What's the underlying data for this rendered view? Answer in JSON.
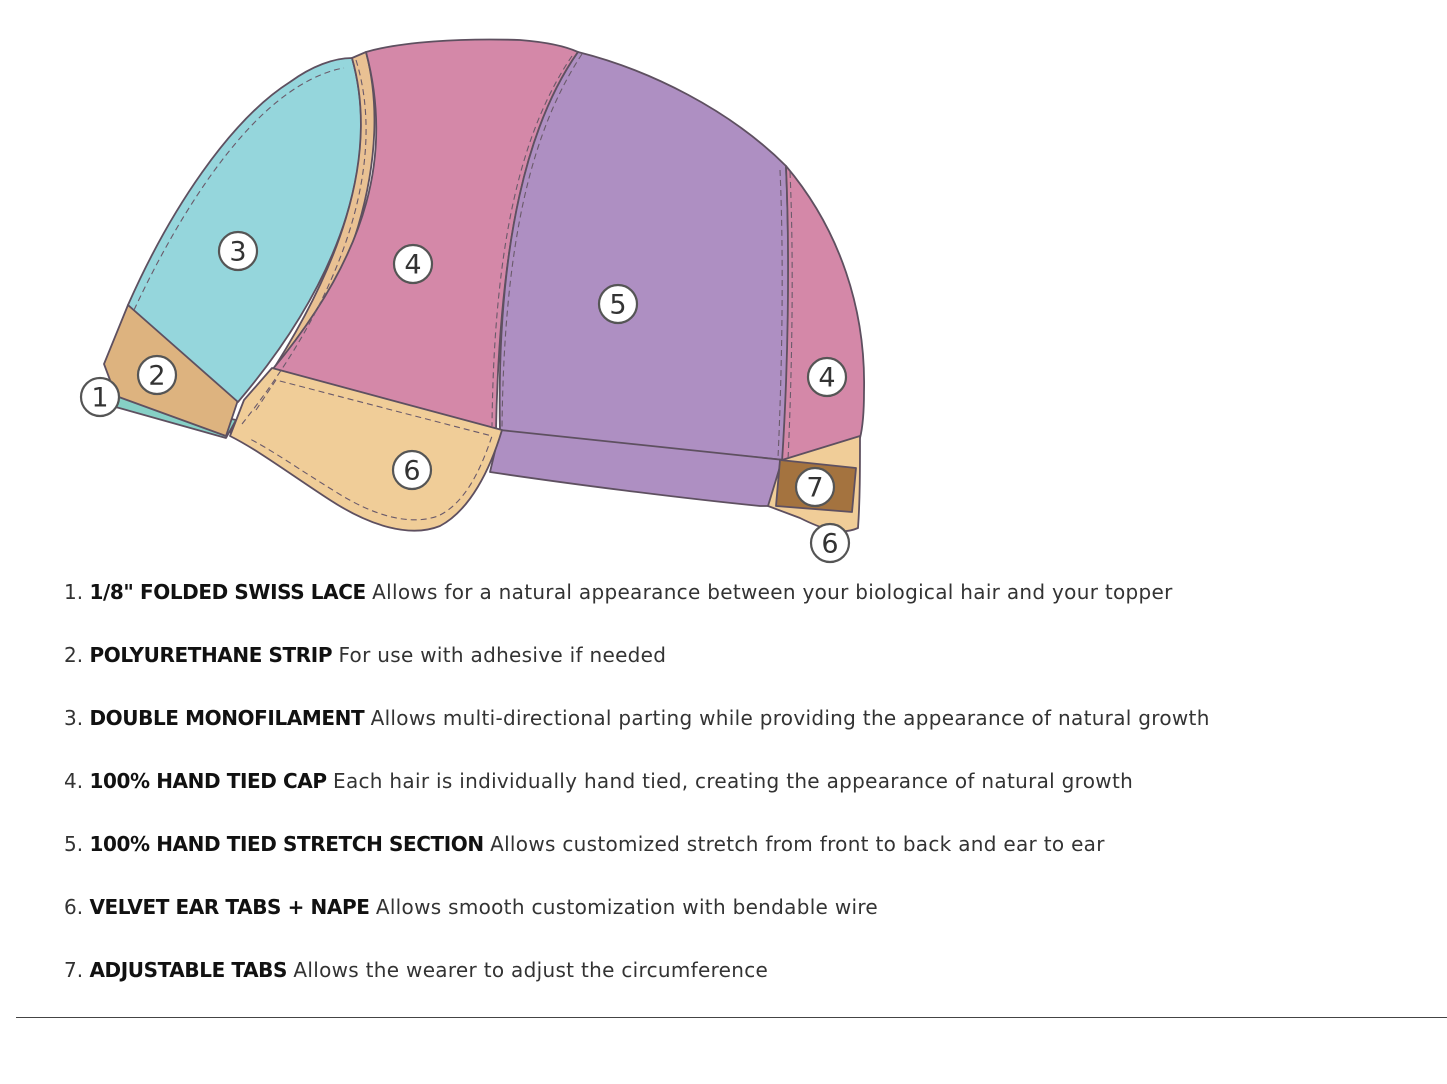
{
  "diagram": {
    "callouts": [
      "1",
      "2",
      "3",
      "4",
      "5",
      "4",
      "6",
      "7",
      "6"
    ],
    "colors": {
      "swiss_lace": "#86d0c6",
      "polyurethane": "#ddb37f",
      "monofilament": "#95d6dc",
      "hand_tied": "#d488a8",
      "stretch": "#ae8fc2",
      "velvet": "#f0cd98",
      "adjustable_tab": "#a4733f"
    }
  },
  "legend": [
    {
      "num": "1.",
      "title": "1/8\" FOLDED SWISS LACE",
      "desc": "Allows for a natural appearance between your biological hair and your topper"
    },
    {
      "num": "2.",
      "title": "POLYURETHANE STRIP",
      "desc": "For use with adhesive if needed"
    },
    {
      "num": "3.",
      "title": "DOUBLE MONOFILAMENT",
      "desc": "Allows multi-directional parting while providing the appearance of natural growth"
    },
    {
      "num": "4.",
      "title": "100% HAND TIED CAP",
      "desc": "Each hair is individually hand tied, creating the appearance of natural growth"
    },
    {
      "num": "5.",
      "title": "100% HAND TIED STRETCH SECTION",
      "desc": "Allows customized stretch from front to back and ear to ear"
    },
    {
      "num": "6.",
      "title": "VELVET EAR TABS + NAPE",
      "desc": "Allows smooth customization with bendable wire"
    },
    {
      "num": "7.",
      "title": "ADJUSTABLE TABS",
      "desc": "Allows the wearer to adjust the circumference"
    }
  ]
}
